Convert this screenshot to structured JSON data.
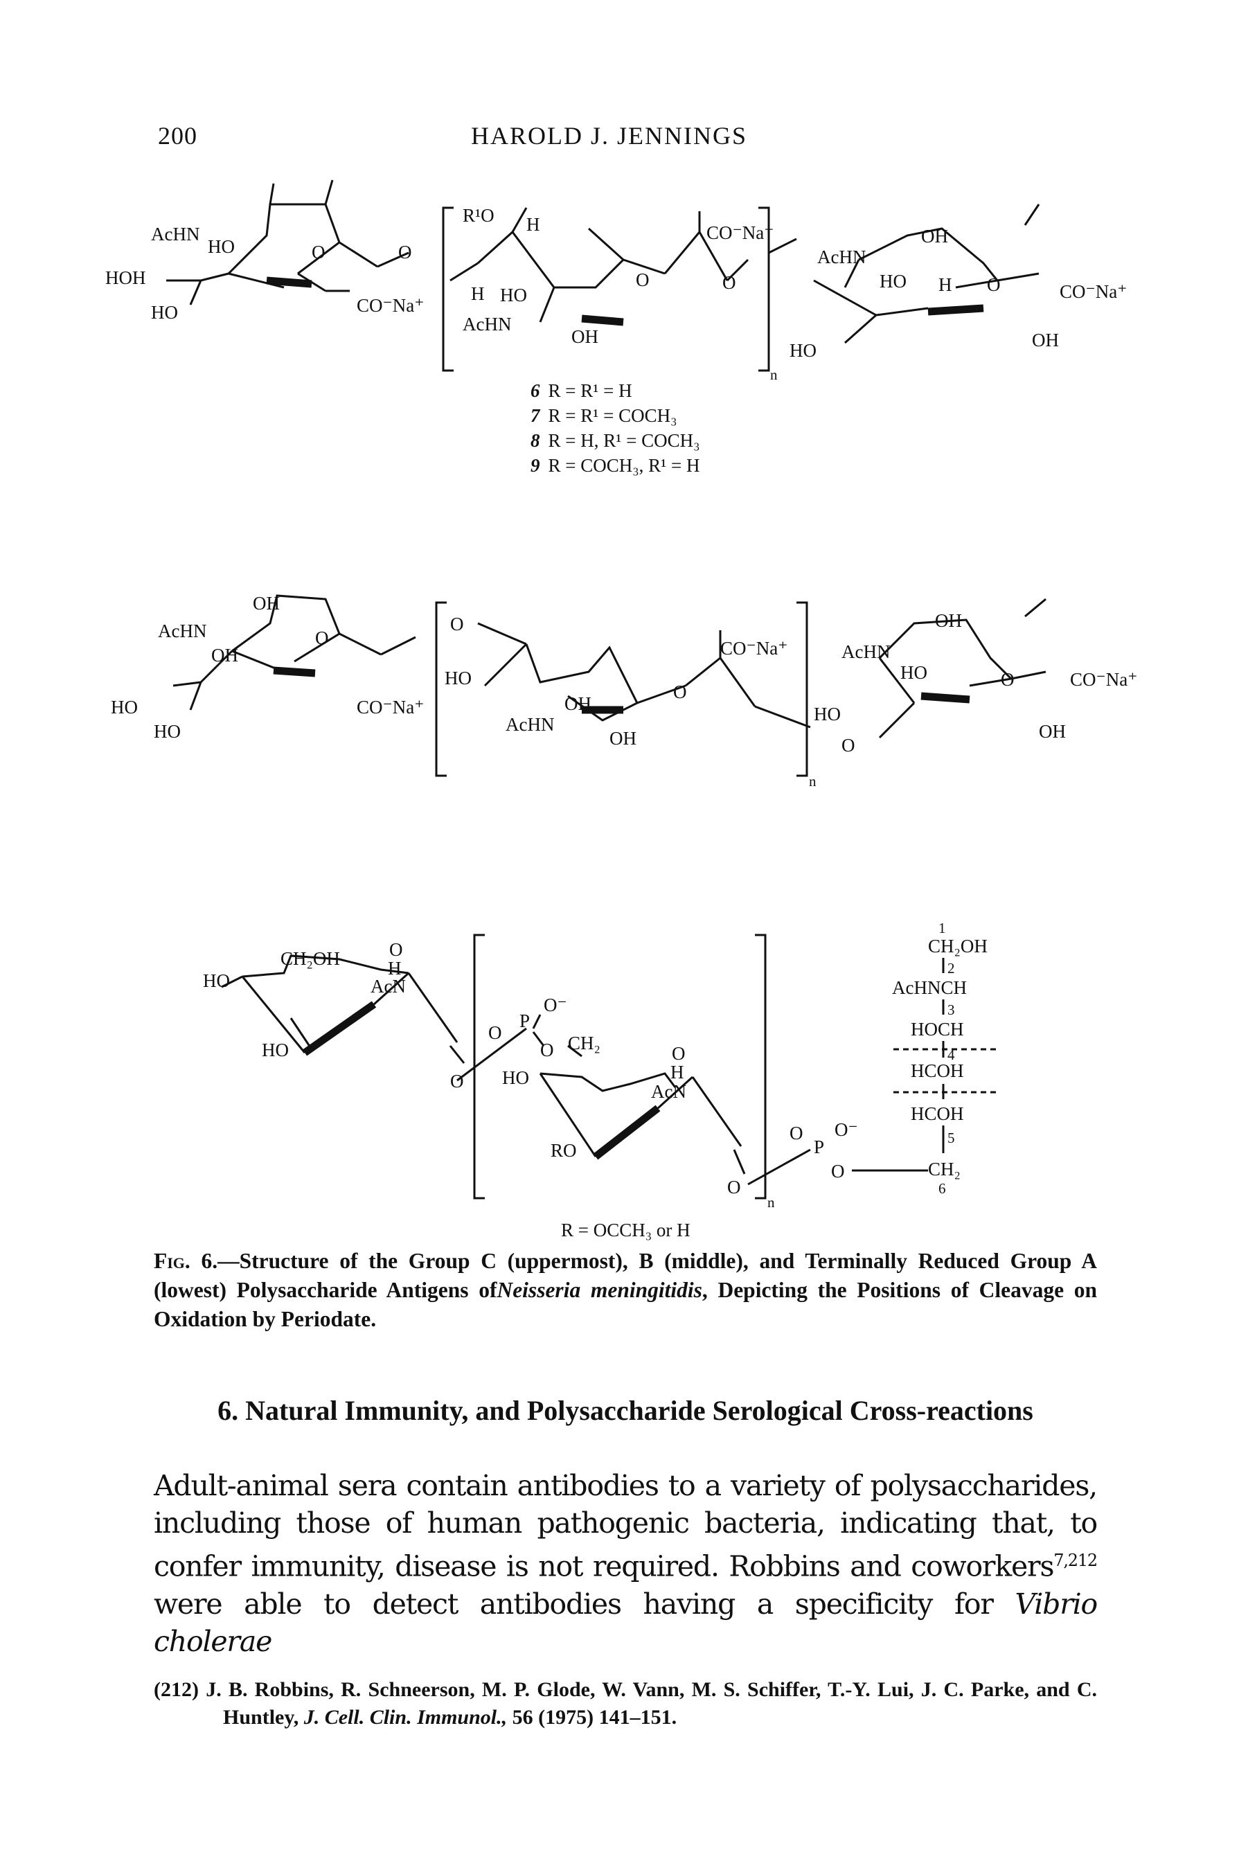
{
  "header": {
    "page_number": "200",
    "running_head": "HAROLD J. JENNINGS"
  },
  "figure": {
    "structure_c": {
      "labels": {
        "achn_left": "AcHN",
        "ho_left": "HO",
        "hoh2c": "HOH",
        "ho_left2": "HO",
        "co2na_left": "CO⁻Na⁺",
        "r1o": "R¹O",
        "h1": "H",
        "h2": "H",
        "ho_mid": "HO",
        "achn_mid": "AcHN",
        "oh_mid": "OH",
        "co2na_mid": "CO⁻Na⁺",
        "achn_right": "AcHN",
        "oh_right_top": "OH",
        "ho_right": "HO",
        "h_right": "H",
        "co2na_right": "CO⁻Na⁺",
        "oh_right_bottom": "OH",
        "ho_right_bottom": "HO",
        "n_sub": "n"
      },
      "r_list": [
        {
          "num": "6",
          "text": "R = R¹ = H"
        },
        {
          "num": "7",
          "text": "R = R¹ = COCH₃"
        },
        {
          "num": "8",
          "text": "R = H, R¹ = COCH₃"
        },
        {
          "num": "9",
          "text": "R = COCH₃, R¹ = H"
        }
      ]
    },
    "structure_b": {
      "labels": {
        "achn_left": "AcHN",
        "oh_left_top": "OH",
        "oh_left_mid": "OH",
        "ho_left": "HO",
        "ho_left2": "HO",
        "co2na_left": "CO⁻Na⁺",
        "o_bridge": "O",
        "ho_mid": "HO",
        "oh_mid": "OH",
        "achn_mid": "AcHN",
        "oh_mid2": "OH",
        "co2na_mid": "CO⁻Na⁺",
        "achn_right": "AcHN",
        "oh_right_top": "OH",
        "ho_right": "HO",
        "ho_right2": "HO",
        "o_right": "O",
        "co2na_right": "CO⁻Na⁺",
        "oh_right_bottom": "OH",
        "n_sub": "n"
      }
    },
    "structure_a": {
      "labels": {
        "ho_left": "HO",
        "ch2oh_left": "CH₂OH",
        "o_ring_left": "O",
        "h_left": "H",
        "acn_left": "AcN",
        "ho_left2": "HO",
        "o_left_link": "O",
        "o_p1": "O",
        "p1": "P",
        "o_minus1": "O⁻",
        "o_p1_ch2": "O",
        "ch2": "CH₂",
        "ho_mid": "HO",
        "o_ring_mid": "O",
        "h_mid": "H",
        "acn_mid": "AcN",
        "ro": "RO",
        "o_mid_link": "O",
        "o_p2": "O",
        "p2": "P",
        "o_minus2": "O⁻",
        "o_p2_chain": "O",
        "ch2oh_top": "CH₂OH",
        "achnch": "AcHNCH",
        "hoch": "HOCH",
        "hcoh1": "HCOH",
        "hcoh2": "HCOH",
        "ch2_bottom": "CH₂",
        "n_sub": "n"
      },
      "r_def": "R = OCCH₃ or H"
    },
    "caption": {
      "fig_label": "Fig. 6.",
      "text": "—Structure of the Group C (uppermost), B (middle), and Terminally Reduced Group A (lowest) Polysaccharide Antigens of",
      "species": "Neisseria meningitidis",
      "text_end": ", Depicting the Positions of Cleavage on Oxidation by Periodate."
    }
  },
  "section": {
    "title": "6. Natural Immunity, and Polysaccharide Serological Cross-reactions"
  },
  "body": {
    "text_before": "Adult-animal sera contain antibodies to a variety of polysaccharides, including those of human pathogenic bacteria, indicating that, to confer immunity, disease is not required. Robbins and coworkers",
    "superscript": "7,212",
    "text_middle": " were able to detect antibodies having a specificity for ",
    "italic_species": "Vibrio cholerae"
  },
  "footnote": {
    "ref_num": "(212)",
    "authors": "J. B. Robbins, R. Schneerson, M. P. Glode, W. Vann, M. S. Schiffer, T.-Y. Lui, J. C. Parke, and C. Huntley,",
    "journal": "J. Cell. Clin. Immunol.,",
    "citation": "56 (1975) 141–151."
  }
}
